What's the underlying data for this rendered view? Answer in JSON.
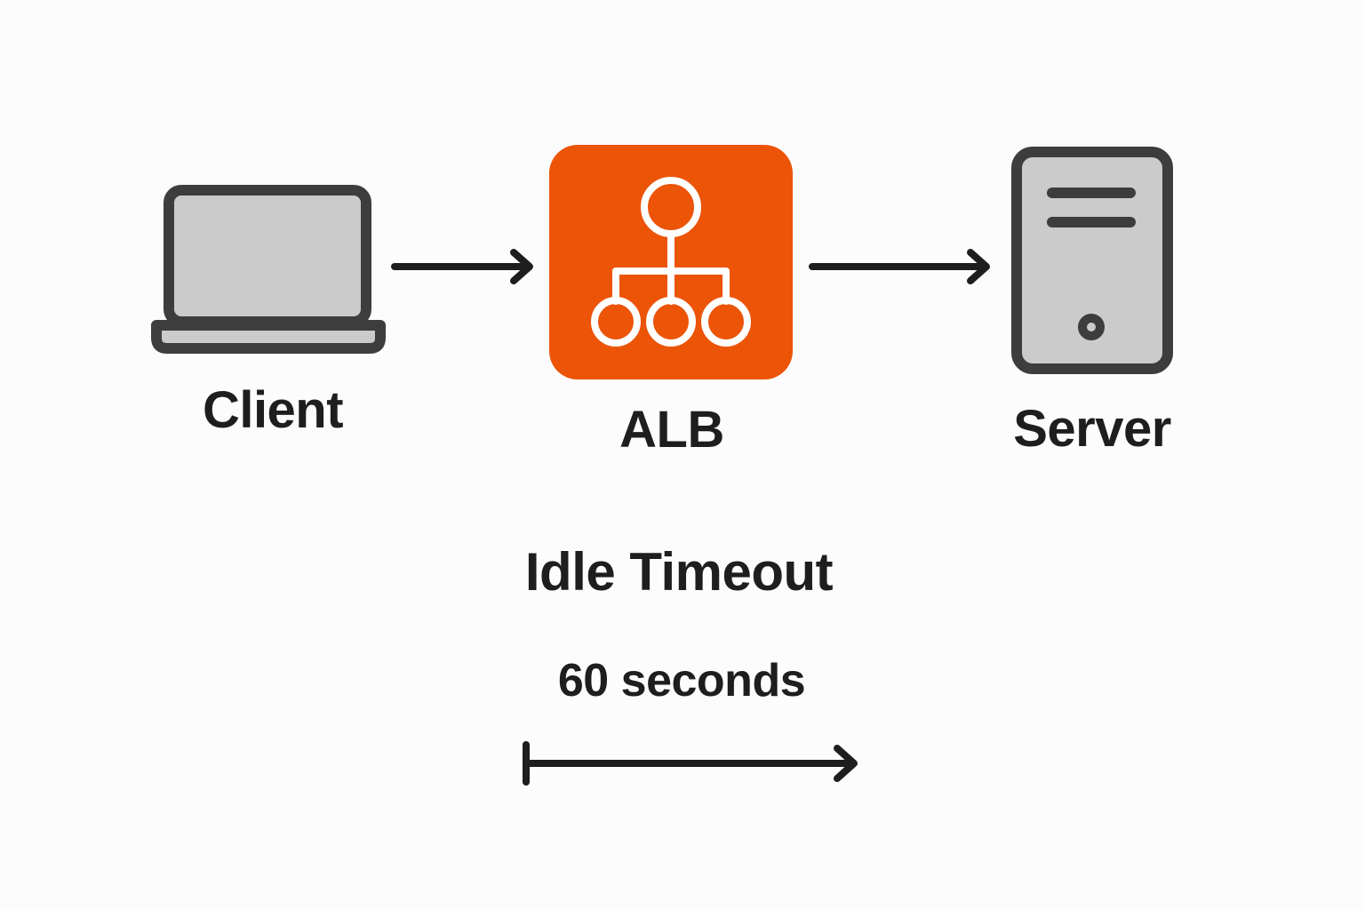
{
  "colors": {
    "background": "#fcfcfc",
    "ink": "#1e1e1e",
    "icon_stroke": "#3d3d3d",
    "icon_fill": "#cbcbcb",
    "alb_accent": "#ec5408",
    "alb_glyph": "#ffffff"
  },
  "nodes": {
    "client": {
      "label": "Client",
      "icon": "laptop-icon"
    },
    "alb": {
      "label": "ALB",
      "icon": "load-balancer-hierarchy-icon"
    },
    "server": {
      "label": "Server",
      "icon": "server-tower-icon"
    }
  },
  "timeout": {
    "title": "Idle Timeout",
    "value": "60 seconds"
  }
}
